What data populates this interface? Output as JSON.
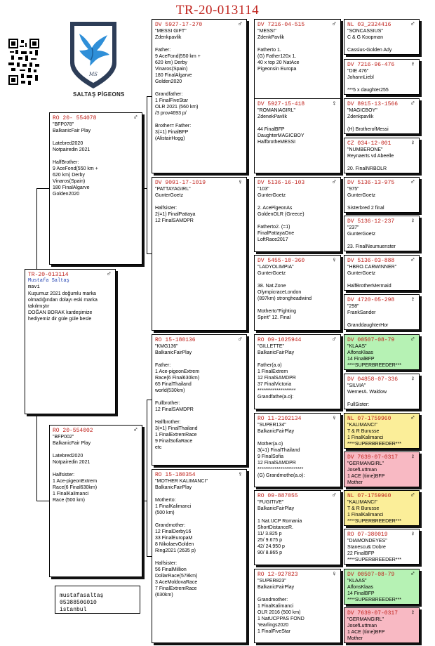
{
  "title": "TR-20-013114",
  "brand": {
    "name": "SALTAŞ PİGEONS"
  },
  "contact": {
    "text": "mustafasaltaş 05388506010\nistanbul"
  },
  "subject": {
    "ring": "TR-20-013114",
    "sex": "♂",
    "owner": "Mustafa Saltaş",
    "color": "mavi",
    "note": "Kuşumuz 2021 doğumlu marka olmadığından dolayı eski marka takılmıştır\nDOĞAN BORAK kardeşimize hediyemiz dir güle güle besle"
  },
  "gen1": [
    {
      "ring": "RO 20- 554078",
      "sex": "♂",
      "text": "\"BFP078\"\nBalkanicFair Play\n\nLatebred2020\nNotpairedin 2021\n\nHalfBrother:\n9 AceFond(550 km +\n620 km) Derby\nVinaros(Spain)\n180 FinalAlgarve\nGolden2020"
    },
    {
      "ring": "RO 20-554002",
      "sex": "♂",
      "text": "\"BFP002\"\nBalkanicFair Play\n\nLatebred2020\nNotpairedin 2021\n\nHalfsister:\n1 Ace-pigeonExtrem\nRace(6 Final630km)\n1 FinalKalimanci\nRace (500 km)"
    }
  ],
  "gen2": [
    {
      "ring": "DV 5927-17-270",
      "sex": "♂",
      "text": "\"MESSI GIFT\"\nZdenkpavlik\n\nFather:\n9 AceFond(550 km +\n620 km) Derby\nVinaros(Spain)\n180 FinalAlgarve\nGolden2020\n\nGrandfather:\n1 FinalFiveStar\nOLR 2021 (560 km)\n/3 prov4693 p/\n\nBrother= Father:\n3(=1) FinalBFP\n(AlistairHogg)"
    },
    {
      "ring": "DV 9091-17-1019",
      "sex": "♀",
      "text": "\"PATTAYAGIRL\"\nGunterGoetz\n\nHalfsister:\n2(=1) FinalPattaya\n12 FinalSAMDPR"
    },
    {
      "ring": "RO 15-180136",
      "sex": "♂",
      "text": "\"KMG136\"\nBalkanicFairPlay\n\nFather:\n1 Ace-pigeonExtrem\nRace(6 Final630km)\n65 FinalThailand\nworld(530km)\n\nFullbrother:\n12 FinalSAMDPR\n\nHalfbrother:\n3(=1) FinalThailand\n1 FinalExtremRace\n9 FinalSofiaRace\netc"
    },
    {
      "ring": "RO 15-180354",
      "sex": "♀",
      "text": "\"MOTHER KALIMANCI\"\nBalkanicFairPlay\n\nMotherto:\n1 FinalKalimanci\n(500 km)\n\nGrandmother:\n12 FinalDerby16\n33 FinalEuropaM\n8 NikolaevGolden\nRing2021 (2635 p)\n\nHalfsister:\n56 FinalMillion\nDollarRace(578km)\n3 AceMoldovaRace\n7 FinalExtremRace\n(630km)"
    }
  ],
  "gen3": [
    {
      "ring": "DV 7216-04-515",
      "sex": "♂",
      "text": "\"MESSI\"\nZdenkPavlik\n\nFatherto 1.\n(G) Father120x 1.\n40 x top 20 NatAce\nPigeonsin Europa"
    },
    {
      "ring": "DV 5927-15-418",
      "sex": "♀",
      "text": "\"ROMANIAGIRL\"\nZdenekPavlik\n\n44 FinalBFP\nDaughterMAGICBOY\nHalfbrotheMESSI"
    },
    {
      "ring": "DV 5136-16-103",
      "sex": "♂",
      "text": "\"103\"\nGunterGoetz\n\n2. AcePigeonAs\nGoldenOLR (Greece)\n\nFatherto2. (=1)\nFinalPattayaOne\nLoftRace2017"
    },
    {
      "ring": "DV 5455-10-360",
      "sex": "♀",
      "text": "\"LADYOLIMPIA\"\nGunterGoetz\n\n38. Nat.Zone\nOlympicraceLondon\n(897km) strongheadwind\n\nMotherto\"Fighting\nSpirit\" 12. Final"
    },
    {
      "ring": "RO 09-1025944",
      "sex": "♂",
      "text": "\"GILLETTE\"\nBalkanicFairPlay\n\nFather(a.o)\n1 FinalExtrem\n12 FinalSAMDPR\n37 FinalVictoria\n********************\nGrandfathe(a.o):"
    },
    {
      "ring": "RO 11-2102134",
      "sex": "♀",
      "text": "\"SUPER134\"\nBalkanicFairPlay\n\nMother(a.o)\n3(=1) FinalThailand\n9 FinalSofia\n12 FinalSAMDPR\n************************\n(G) Grandmothe(a.o):"
    },
    {
      "ring": "RO 09-887055",
      "sex": "♂",
      "text": "\"FUGITIVE\"\nBalkanicFairPlay\n\n1 Nat.UCP Romania\nShortDistanceR.\n11/ 3.825 p\n25/ 9.675 p\n42/ 24.950 p\n90/ 8.865 p"
    },
    {
      "ring": "RO 12-927823",
      "sex": "♀",
      "text": "\"SUPER823\"\nBalkanicFairPlay\n\nGrandmother:\n1 FinalKalimanci\nOLR 2016 (500 km)\n1 NatUCPPAS FOND\nYearlings2020\n1 FinalFiveStar"
    }
  ],
  "gen4": [
    {
      "ring": "NL 03_2324416",
      "sex": "♂",
      "color": "",
      "text": "\"SONCASSIUS\"\nC & G Koopman\n\nCassius-Golden Ady"
    },
    {
      "ring": "DV 7216-96-476",
      "sex": "♀",
      "color": "",
      "text": "\"DIE 476\"\nJohannLiebl\n\n***5 x daughter255"
    },
    {
      "ring": "DV 8915-13-1566",
      "sex": "♂",
      "color": "",
      "text": "\"MAGICBOY\"\nZdenkpavlik\n\n(H) BrotherofMessi"
    },
    {
      "ring": "CZ 034-12-001",
      "sex": "♀",
      "color": "",
      "text": "\"NUMBERONE\"\nReynaerts vd Abeelle\n\n20. FinalNRBOLR"
    },
    {
      "ring": "DV 5136-13-975",
      "sex": "♂",
      "color": "",
      "text": "\"975\"\nGunterGoetz\n\nSisterbred 2 final"
    },
    {
      "ring": "DV 5136-12-237",
      "sex": "♀",
      "color": "",
      "text": "\"237\"\nGunterGoetz\n\n23. FinalNeumuenster"
    },
    {
      "ring": "DV 5136-03-888",
      "sex": "♂",
      "color": "",
      "text": "\"HBRO.CARWINNER\"\nGunterGoetz\n\nHalfBrotherMermaid"
    },
    {
      "ring": "DV 4720-05-298",
      "sex": "♀",
      "color": "",
      "text": "\"298\"\nFrankSander\n\nGranddaughterHor"
    },
    {
      "ring": "DV 00507-08-79",
      "sex": "♂",
      "color": "green",
      "text": "\"KLAAS\"\nAlfonsKlaas\n14 FinalBFP\n****SUPERBREEDER***"
    },
    {
      "ring": "DV 04858-07-336",
      "sex": "♀",
      "color": "",
      "text": "\"SILVIA\"\nWernerA. Waldow\n\nFullSister:"
    },
    {
      "ring": "NL 07-1759960",
      "sex": "♂",
      "color": "yellow",
      "text": "\"KALIMANCI\"\nT & R Burusse\n1 FinalKalimanci\n****SUPERBREEDER***"
    },
    {
      "ring": "DV 7639-07-0317",
      "sex": "♀",
      "color": "pink",
      "text": "\"GERMANGIRL\"\nJosefLuttman\n1 ACE (time)BFP\nMother"
    },
    {
      "ring": "NL 07-1759960",
      "sex": "♂",
      "color": "yellow",
      "text": "\"KALIMANCI\"\nT & R Burusse\n1 FinalKalimanci\n****SUPERBREEDER***"
    },
    {
      "ring": "RO 07-380019",
      "sex": "♀",
      "color": "",
      "text": "\"DIAMONDEYES\"\nStanescu& Dobre\n22 FinalBFP\n****SUPERBREEDER***"
    },
    {
      "ring": "DV 00507-08-79",
      "sex": "♂",
      "color": "green",
      "text": "\"KLAAS\"\nAlfonsKlaas\n14 FinalBFP\n****SUPERBREEDER***"
    },
    {
      "ring": "DV 7639-07-0317",
      "sex": "♀",
      "color": "pink",
      "text": "\"GERMANGIRL\"\nJosefLuttman\n1 ACE (time)BFP\nMother"
    }
  ]
}
